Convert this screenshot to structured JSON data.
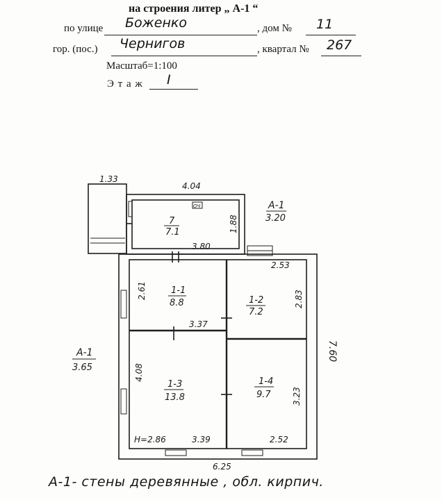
{
  "header": {
    "title": "на строения литер „ А-1 “",
    "street_label": "по улице",
    "street_value": "Боженко",
    "house_label": ", дом №",
    "house_value": "11",
    "city_label": "гор. (пос.)",
    "city_value": "Чернигов",
    "block_label": ", квартал №",
    "block_value": "267",
    "scale_label": "Масштаб=1:100",
    "floor_label": "Э т а ж",
    "floor_value": "I"
  },
  "plan": {
    "rooms": [
      {
        "id": "7",
        "area": "7.1"
      },
      {
        "id": "1-1",
        "area": "8.8"
      },
      {
        "id": "1-2",
        "area": "7.2"
      },
      {
        "id": "1-3",
        "area": "13.8"
      },
      {
        "id": "1-4",
        "area": "9.7"
      }
    ],
    "dimensions": {
      "porch_width": "1.33",
      "annex_width": "4.04",
      "annex_inner": "3.80",
      "annex_depth": "1.88",
      "annex_literal": "А-1",
      "annex_literal_height": "3.20",
      "room_1_1_width": "3.37",
      "room_1_1_depth": "2.61",
      "room_1_2_width": "2.53",
      "room_1_2_depth": "2.83",
      "room_1_3_depth": "4.08",
      "room_1_3_width": "3.39",
      "room_1_4_depth": "3.23",
      "room_1_4_width": "2.52",
      "ceiling_height": "H=2.86",
      "total_width": "6.25",
      "total_depth": "7.60",
      "main_literal": "А-1",
      "main_literal_height": "3.65"
    },
    "stove_mark": "ОЧ"
  },
  "caption": "А-1- стены  деревянные  , обл. кирпич."
}
